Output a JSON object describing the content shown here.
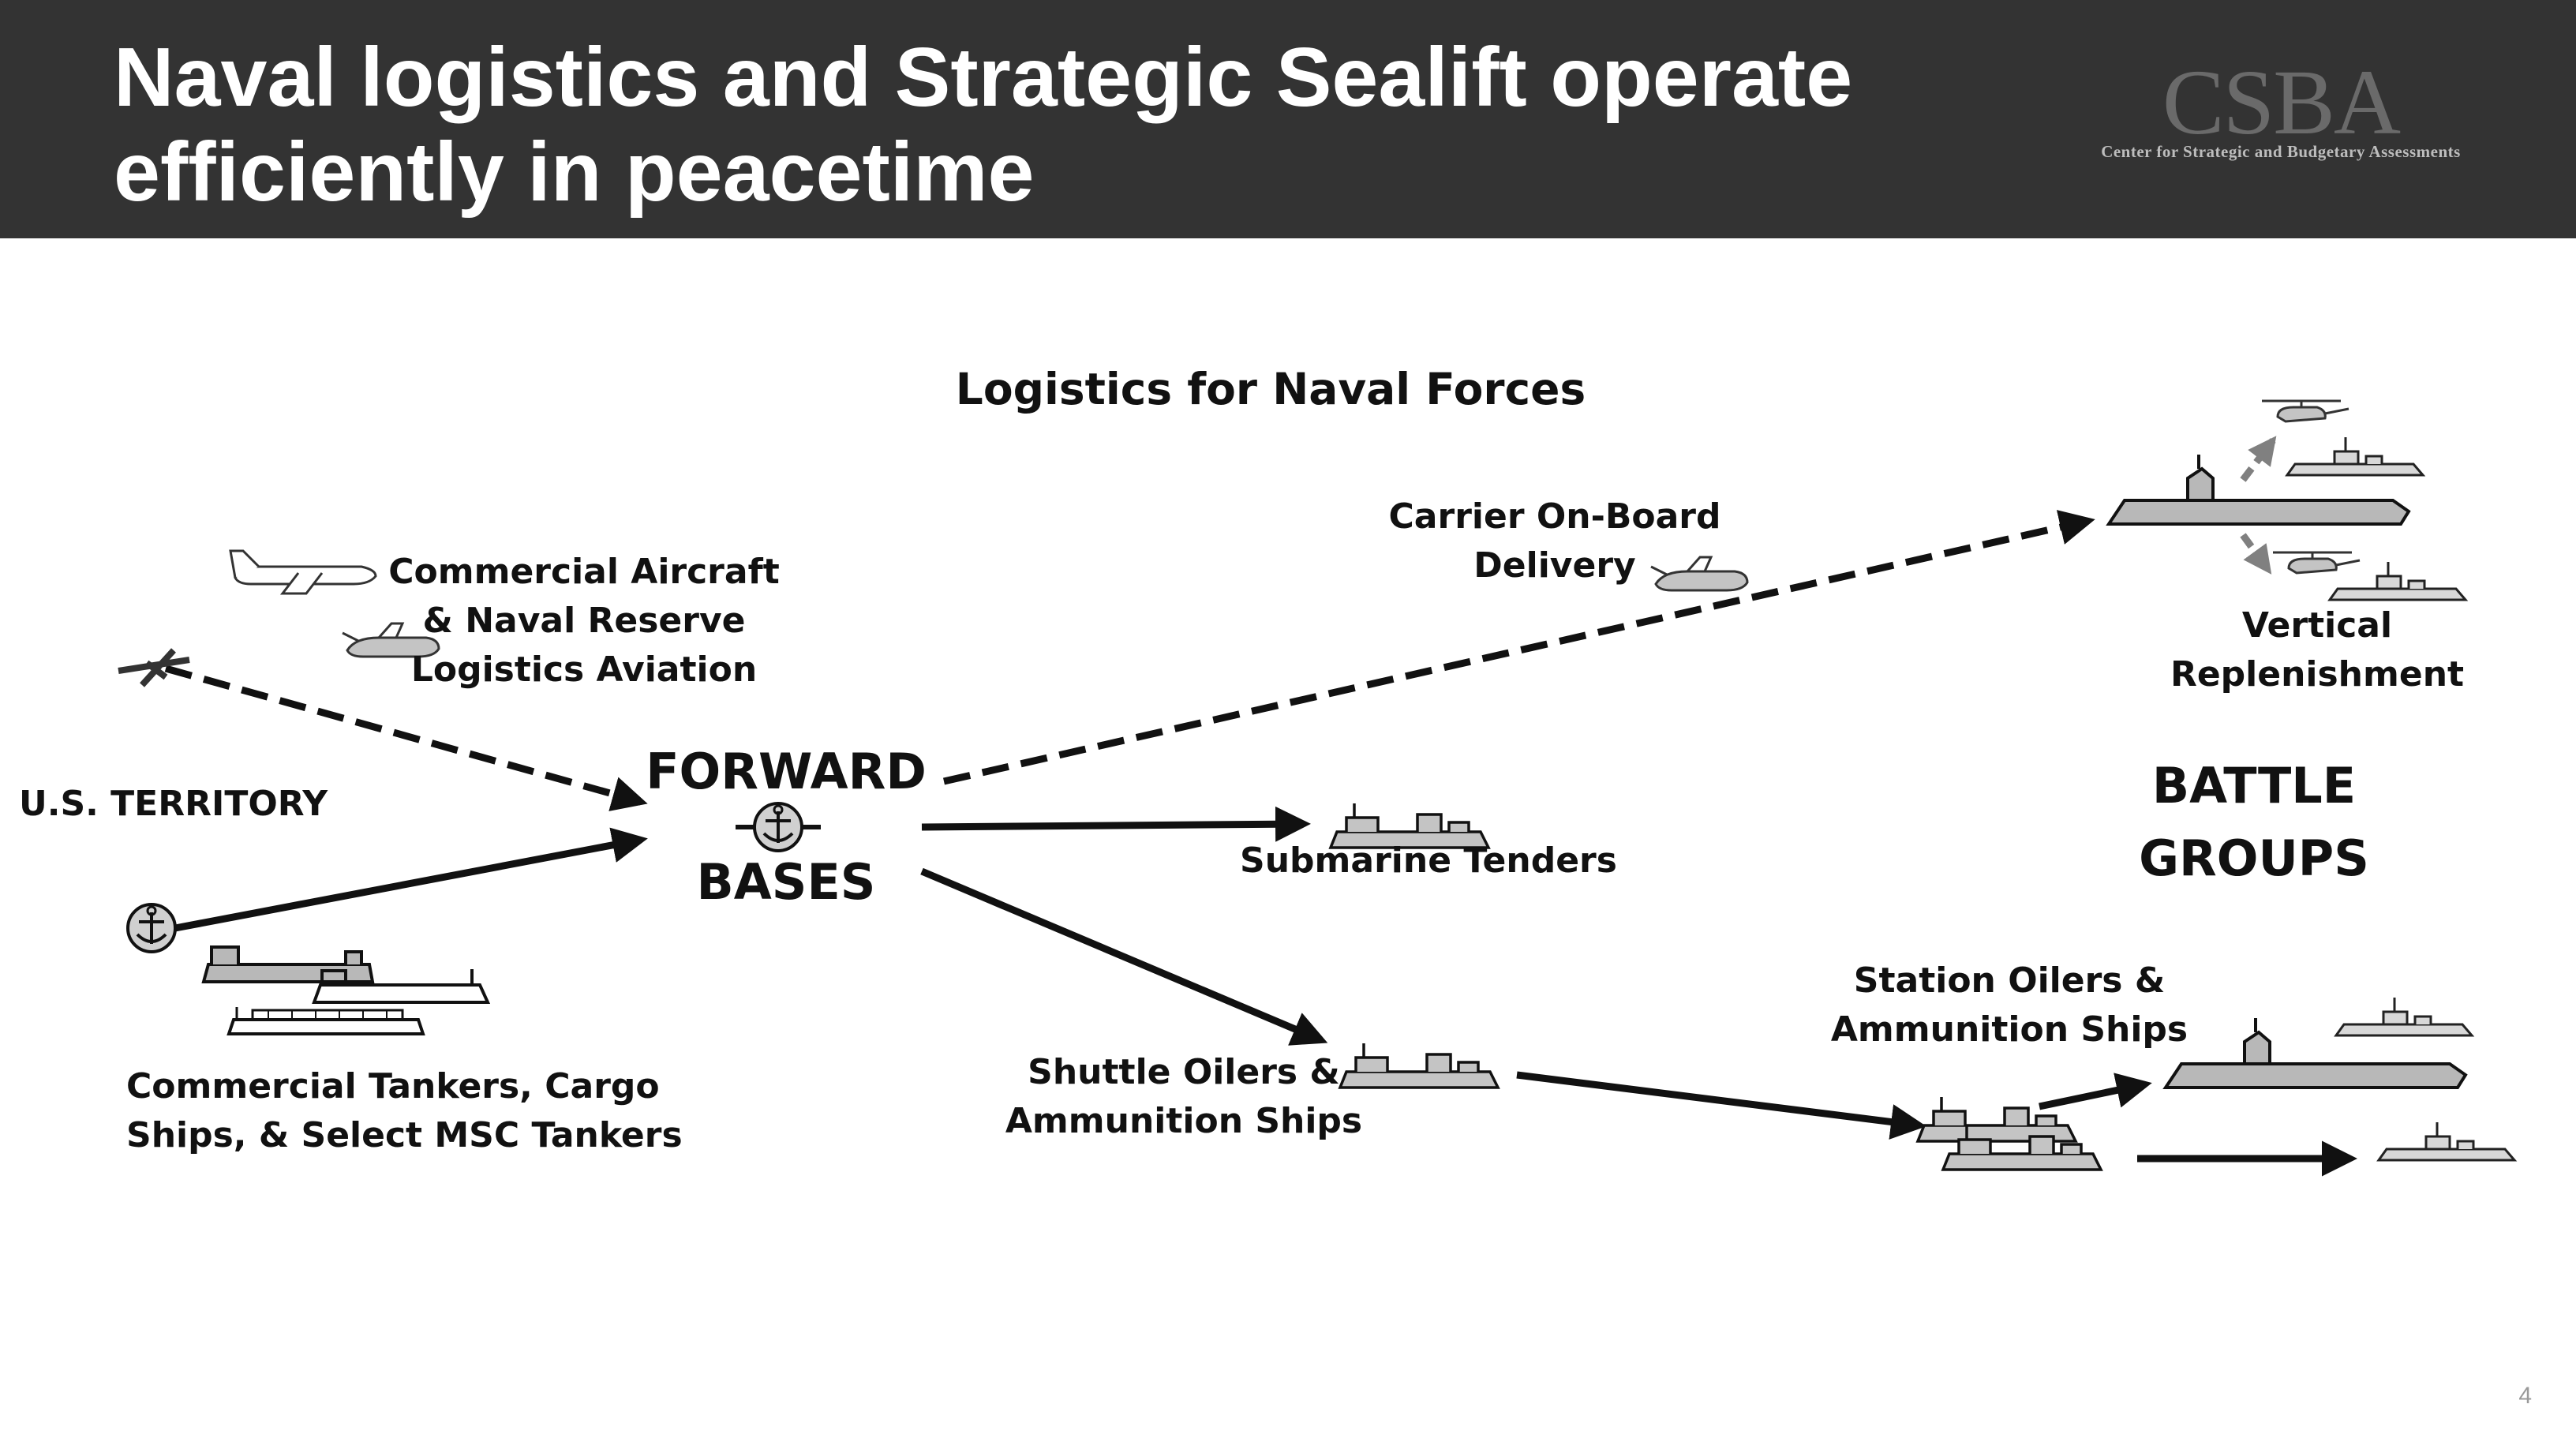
{
  "header": {
    "title": "Naval logistics and Strategic Sealift operate efficiently in peacetime",
    "logo_text": "CSBA",
    "logo_subtitle": "Center for Strategic and Budgetary Assessments"
  },
  "diagram": {
    "title": "Logistics for Naval Forces",
    "labels": {
      "us_territory": "U.S. TERRITORY",
      "commercial_aircraft": [
        "Commercial Aircraft",
        "& Naval Reserve",
        "Logistics Aviation"
      ],
      "commercial_tankers": [
        "Commercial Tankers, Cargo",
        "Ships, & Select MSC Tankers"
      ],
      "forward_bases": [
        "FORWARD",
        "BASES"
      ],
      "carrier_onboard": [
        "Carrier On-Board",
        "Delivery"
      ],
      "submarine_tenders": "Submarine Tenders",
      "shuttle_oilers": [
        "Shuttle Oilers &",
        "Ammunition Ships"
      ],
      "vertical_replenishment": [
        "Vertical",
        "Replenishment"
      ],
      "battle_groups": [
        "BATTLE",
        "GROUPS"
      ],
      "station_oilers": [
        "Station Oilers &",
        "Ammunition Ships"
      ]
    },
    "icons": [
      "anchor-icon",
      "airliner-icon",
      "cargo-plane-icon",
      "carrier-icon",
      "tanker-ship-icon",
      "container-ship-icon",
      "warship-icon",
      "helicopter-icon"
    ],
    "colors": {
      "header_bg": "#333333",
      "ship_fill": "#b8b8b8",
      "arrow": "#111111",
      "vertrep_arrow": "#808080"
    }
  },
  "page_number": "4"
}
